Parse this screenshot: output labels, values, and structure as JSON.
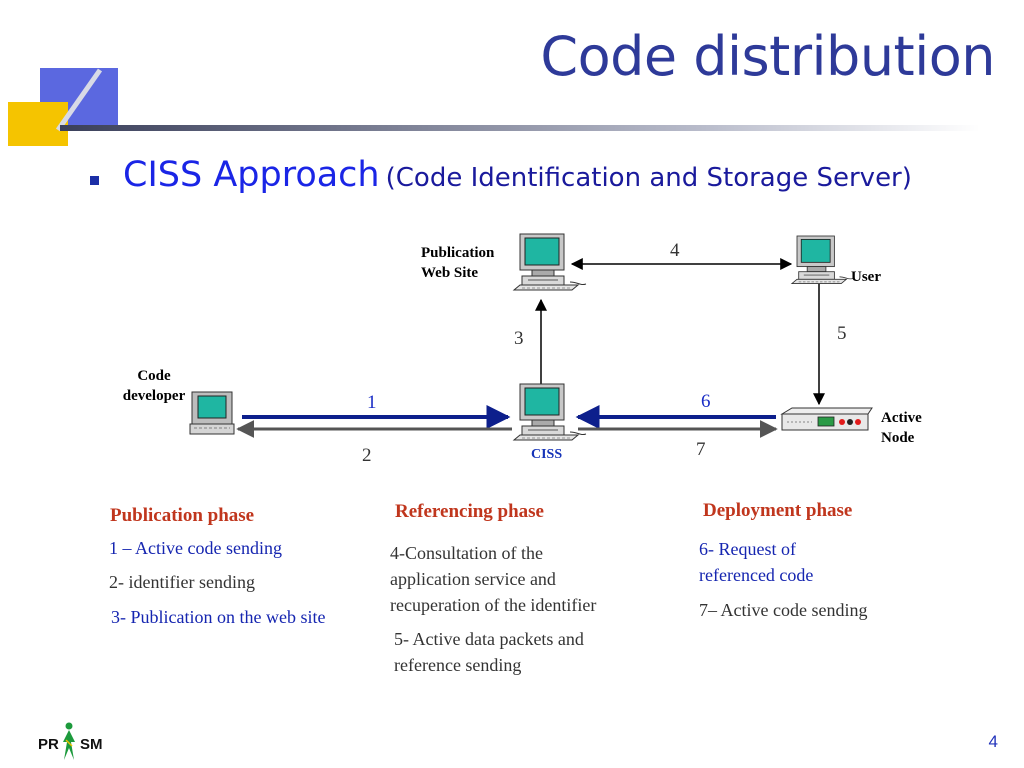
{
  "slide": {
    "title": "Code distribution",
    "bullet": {
      "main": "CISS Approach",
      "sub": "(Code Identification and Storage Server)"
    },
    "page_number": "4"
  },
  "diagram": {
    "nodes": {
      "publication": {
        "line1": "Publication",
        "line2": "Web Site",
        "icon": "desktop-computer-icon"
      },
      "user": {
        "label": "User",
        "icon": "desktop-computer-icon"
      },
      "developer": {
        "line1": "Code",
        "line2": "developer",
        "icon": "laptop-icon"
      },
      "ciss": {
        "label": "CISS",
        "icon": "desktop-computer-icon"
      },
      "active": {
        "line1": "Active",
        "line2": "Node",
        "icon": "router-device-icon"
      }
    },
    "edges": {
      "e1": "1",
      "e2": "2",
      "e3": "3",
      "e4": "4",
      "e5": "5",
      "e6": "6",
      "e7": "7"
    },
    "colors": {
      "blue_arrow": "#0d1f8c",
      "gray_arrow": "#555555",
      "black_arrow": "#000000"
    }
  },
  "phases": {
    "publication": {
      "heading": "Publication phase",
      "step1": "1 – Active code sending",
      "step2": "2-  identifier sending",
      "step3": "3- Publication on the web site"
    },
    "referencing": {
      "heading": "Referencing phase",
      "step4_l1": "4-Consultation of the",
      "step4_l2": "application service and",
      "step4_l3": "recuperation of the identifier",
      "step5_l1": "5- Active data packets and",
      "step5_l2": "reference sending"
    },
    "deployment": {
      "heading": "Deployment phase",
      "step6_l1": "6- Request of",
      "step6_l2": "referenced code",
      "step7": "7– Active code sending"
    }
  },
  "logo": {
    "left": "PR",
    "right": "SM"
  }
}
